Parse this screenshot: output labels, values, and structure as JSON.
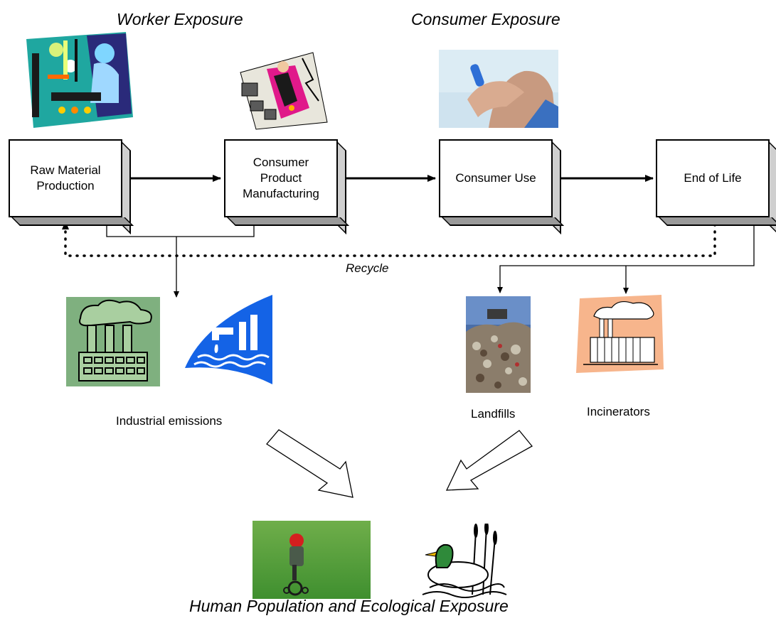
{
  "headings": {
    "worker": "Worker Exposure",
    "consumer": "Consumer  Exposure",
    "population": "Human Population and Ecological Exposure"
  },
  "stages": {
    "raw": "Raw Material\nProduction",
    "manufacturing": "Consumer\nProduct\nManufacturing",
    "use": "Consumer Use",
    "end": "End of Life"
  },
  "labels": {
    "recycle": "Recycle",
    "industrial": "Industrial emissions",
    "landfills": "Landfills",
    "incinerators": "Incinerators"
  },
  "icons": {
    "lab_worker": "lab-worker-icon",
    "factory_worker": "factory-worker-icon",
    "sunscreen": "sunscreen-photo",
    "factory": "factory-smokestack-icon",
    "water": "water-discharge-icon",
    "landfill": "landfill-photo",
    "incinerator": "incinerator-icon",
    "child": "child-bicycle-photo",
    "duck": "duck-wetland-icon"
  },
  "colors": {
    "factory_bg": "#7fb07f",
    "water_blue": "#1463e6",
    "grass": "#3f8f2f",
    "incinerator_peach": "#f7b58c"
  }
}
